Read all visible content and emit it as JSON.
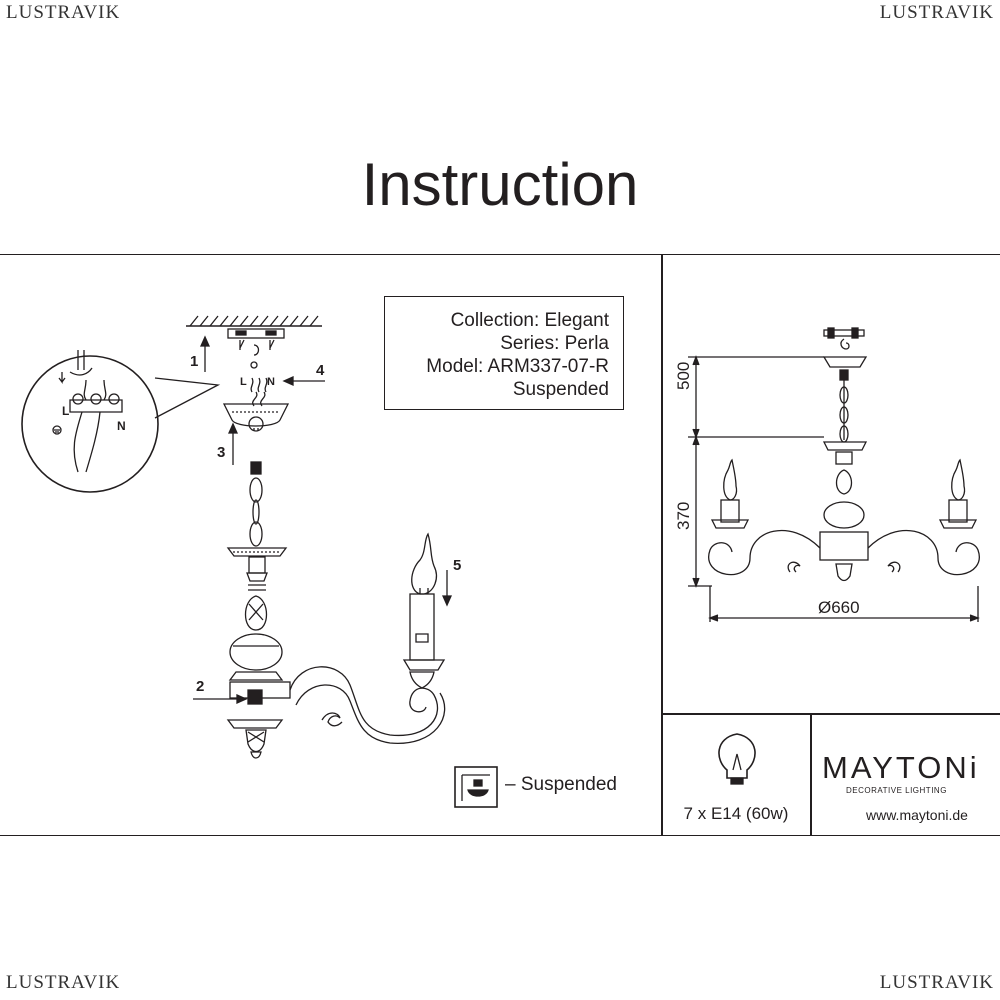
{
  "watermark": "LUSTRAVIK",
  "title": "Instruction",
  "info": {
    "collection": "Collection: Elegant",
    "series": "Series: Perla",
    "model": "Model: ARM337-07-R",
    "type": "Suspended"
  },
  "legend": {
    "label": "– Suspended",
    "icon": "suspended-icon"
  },
  "steps": [
    "1",
    "2",
    "3",
    "4",
    "5"
  ],
  "wiring_labels": {
    "live": "L",
    "neutral": "N"
  },
  "dimensions": {
    "height_top": "500",
    "height_body": "370",
    "diameter": "Ø660"
  },
  "bulb": {
    "spec": "7 x E14 (60w)",
    "icon": "light-bulb-icon"
  },
  "brand": {
    "name": "MAYTONi",
    "subtitle": "DECORATIVE LIGHTING",
    "url": "www.maytoni.de"
  }
}
